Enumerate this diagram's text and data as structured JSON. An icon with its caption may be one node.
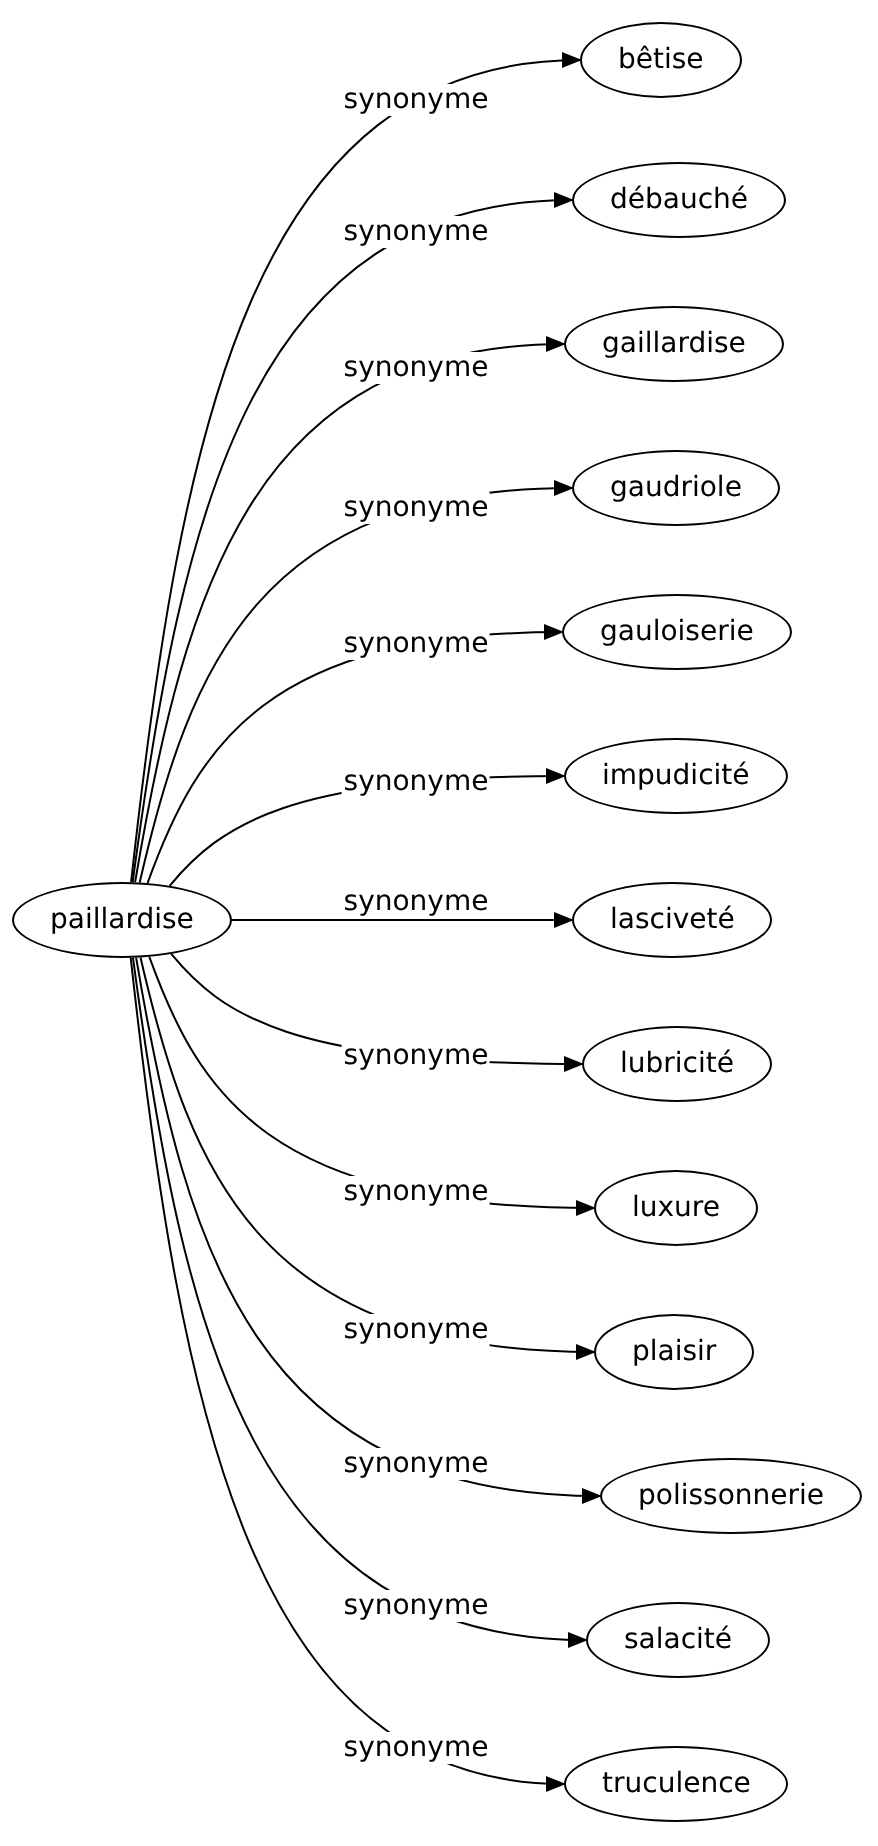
{
  "diagram": {
    "nodes": [
      {
        "text": [
          "paillardise"
        ]
      },
      {
        "text": [
          "bêtise"
        ]
      },
      {
        "text": [
          "débauché"
        ]
      },
      {
        "text": [
          "gaillardise"
        ]
      },
      {
        "text": [
          "gaudriole"
        ]
      },
      {
        "text": [
          "gauloiserie"
        ]
      },
      {
        "text": [
          "impudicité"
        ]
      },
      {
        "text": [
          "lasciveté"
        ]
      },
      {
        "text": [
          "lubricité"
        ]
      },
      {
        "text": [
          "luxure"
        ]
      },
      {
        "text": [
          "plaisir"
        ]
      },
      {
        "text": [
          "polissonnerie"
        ]
      },
      {
        "text": [
          "salacité"
        ]
      },
      {
        "text": [
          "truculence"
        ]
      }
    ],
    "edges": [
      {
        "from": 0,
        "to": 1,
        "arrow": "to",
        "label": "synonyme"
      },
      {
        "from": 0,
        "to": 2,
        "arrow": "to",
        "label": "synonyme"
      },
      {
        "from": 0,
        "to": 3,
        "arrow": "to",
        "label": "synonyme"
      },
      {
        "from": 0,
        "to": 4,
        "arrow": "to",
        "label": "synonyme"
      },
      {
        "from": 0,
        "to": 5,
        "arrow": "to",
        "label": "synonyme"
      },
      {
        "from": 0,
        "to": 6,
        "arrow": "to",
        "label": "synonyme"
      },
      {
        "from": 0,
        "to": 7,
        "arrow": "to",
        "label": "synonyme"
      },
      {
        "from": 0,
        "to": 8,
        "arrow": "to",
        "label": "synonyme"
      },
      {
        "from": 0,
        "to": 9,
        "arrow": "to",
        "label": "synonyme"
      },
      {
        "from": 0,
        "to": 10,
        "arrow": "to",
        "label": "synonyme"
      },
      {
        "from": 0,
        "to": 11,
        "arrow": "to",
        "label": "synonyme"
      },
      {
        "from": 0,
        "to": 12,
        "arrow": "to",
        "label": "synonyme"
      },
      {
        "from": 0,
        "to": 13,
        "arrow": "to",
        "label": "synonyme"
      }
    ]
  }
}
